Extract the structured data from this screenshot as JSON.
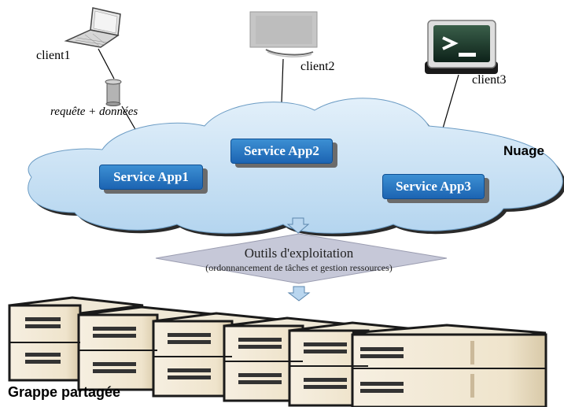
{
  "clients": [
    {
      "label": "client1",
      "icon": "laptop-icon"
    },
    {
      "label": "client2",
      "icon": "monitor-icon"
    },
    {
      "label": "client3",
      "icon": "terminal-icon"
    }
  ],
  "message_label": "requête + données",
  "cloud": {
    "label": "Nuage",
    "services": [
      "Service App1",
      "Service App2",
      "Service App3"
    ]
  },
  "tools": {
    "title": "Outils d'exploitation",
    "subtitle": "(ordonnancement de tâches et gestion ressources)"
  },
  "cluster": {
    "label": "Grappe partagée"
  },
  "colors": {
    "cloud_fill": "#c9e2f4",
    "service_fill": "#2a78c4",
    "tools_fill": "#c7c8d6",
    "server_fill": "#f3ead8",
    "arrow_fill": "#b9d6ef"
  }
}
